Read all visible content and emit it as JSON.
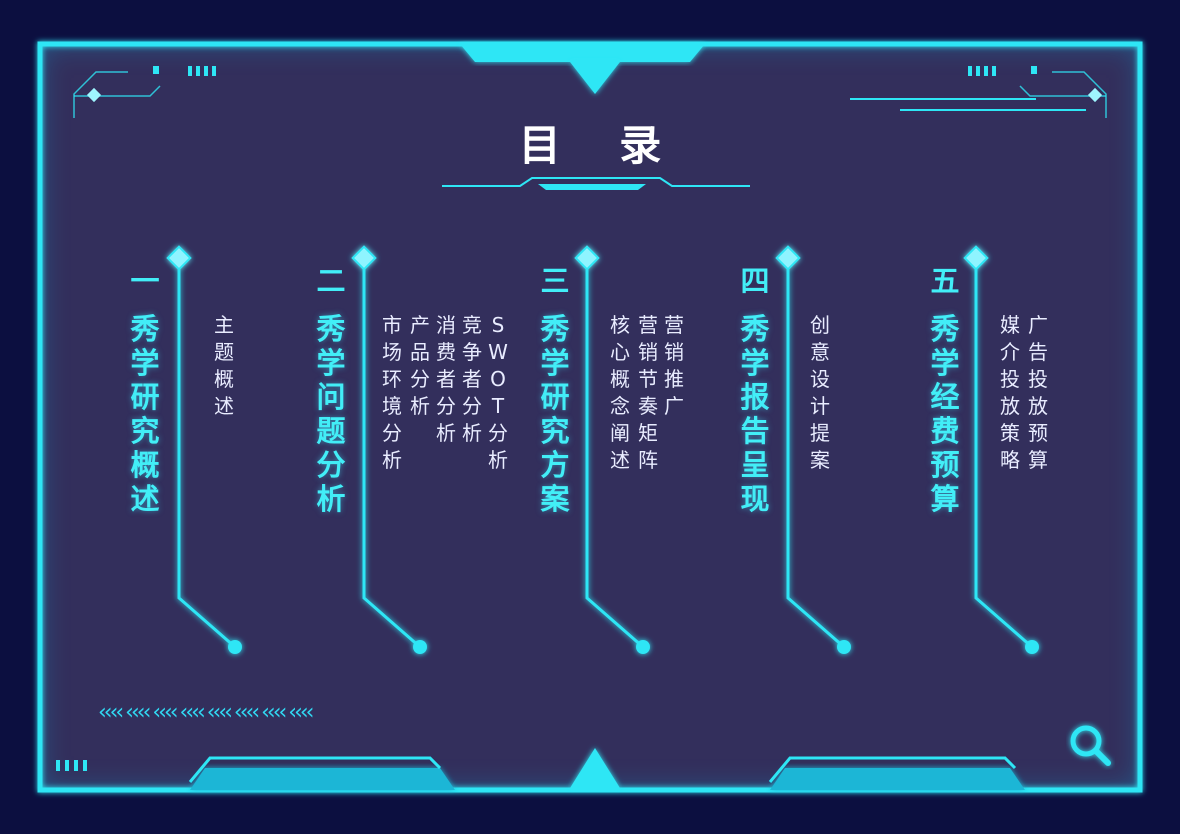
{
  "title": "目 录",
  "colors": {
    "accent": "#2ee6f5",
    "panel": "#332f5c",
    "background": "#0c0f40"
  },
  "sections": [
    {
      "number": "一",
      "title": "秀学研究概述",
      "subs": [
        "主题概述"
      ]
    },
    {
      "number": "二",
      "title": "秀学问题分析",
      "subs": [
        "SWOT分析",
        "竞争者分析",
        "消费者分析",
        "产品分析",
        "市场环境分析"
      ]
    },
    {
      "number": "三",
      "title": "秀学研究方案",
      "subs": [
        "营销推广",
        "营销节奏矩阵",
        "核心概念阐述"
      ]
    },
    {
      "number": "四",
      "title": "秀学报告呈现",
      "subs": [
        "创意设计提案"
      ]
    },
    {
      "number": "五",
      "title": "秀学经费预算",
      "subs": [
        "广告投放预算",
        "媒介投放策略"
      ]
    }
  ],
  "icons": {
    "corner": "search-icon"
  }
}
